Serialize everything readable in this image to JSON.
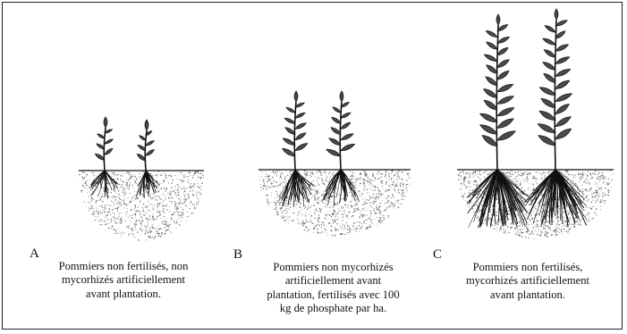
{
  "panels": [
    {
      "letter": "A",
      "caption": "Pommiers non fertilisés, non\nmycorhizés artificiellement\navant plantation."
    },
    {
      "letter": "B",
      "caption": "Pommiers non mycorhizés\nartificiellement avant\nplantation, fertilisés avec 100\nkg de phosphate par ha."
    },
    {
      "letter": "C",
      "caption": "Pommiers non fertilisés,\nmycorhizés artificiellement\navant plantation."
    }
  ],
  "colors": {
    "ink": "#111111",
    "soil": "#6a6a6a",
    "leaf_fill": "#4a4a4a",
    "frame": "#222222"
  }
}
